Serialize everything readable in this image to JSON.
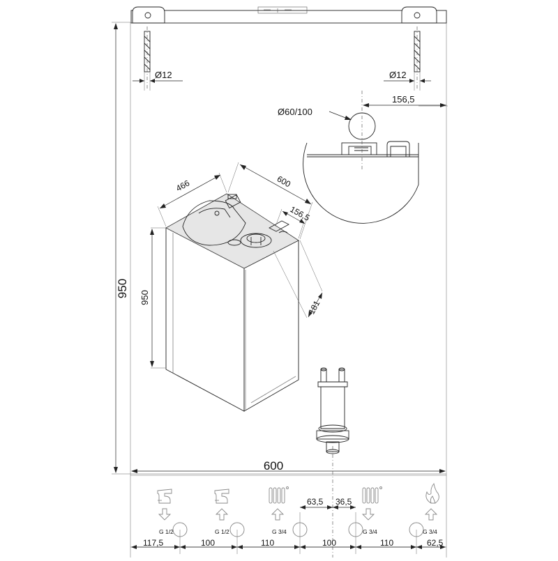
{
  "dimensions": {
    "overall_height": "950",
    "overall_width": "600",
    "boiler_height": "950",
    "boiler_width": "600",
    "boiler_depth": "466",
    "flue_offset_top": "156,5",
    "flue_offset_detail": "156,5",
    "flue_depth": "181",
    "flue_diameter": "Ø60/100",
    "anchor_left": "Ø12",
    "anchor_right": "Ø12",
    "spacing_1": "117,5",
    "spacing_2": "100",
    "spacing_3": "110",
    "spacing_4": "100",
    "spacing_5": "110",
    "spacing_6": "62,5",
    "gas_offset_left": "63,5",
    "gas_offset_right": "36,5"
  },
  "connections": [
    {
      "label": "G 1/2",
      "icon": "hot-water-tap-icon",
      "direction": "out"
    },
    {
      "label": "G 1/2",
      "icon": "cold-water-tap-icon",
      "direction": "in"
    },
    {
      "label": "G 3/4",
      "icon": "heating-flow-radiator-icon",
      "direction": "in"
    },
    {
      "label": "G 3/4",
      "icon": "heating-return-radiator-icon",
      "direction": "out"
    },
    {
      "label": "G 3/4",
      "icon": "gas-flame-icon",
      "direction": "in"
    }
  ]
}
